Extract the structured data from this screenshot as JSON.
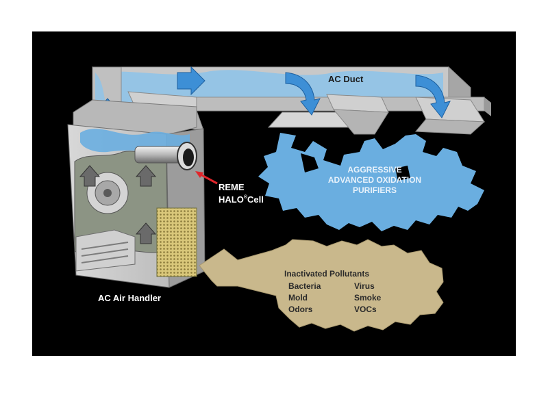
{
  "diagram": {
    "duct_label": "AC Duct",
    "cell_label_line1": "REME",
    "cell_label_line2": "HALO",
    "cell_label_line2b": "Cell",
    "trademark": "®",
    "purifiers_line1": "AGGRESSIVE",
    "purifiers_line2": "ADVANCED OXIDATION",
    "purifiers_line3": "PURIFIERS",
    "handler_label": "AC Air Handler",
    "pollutants_title": "Inactivated Pollutants",
    "pollutants_left": [
      "Bacteria",
      "Mold",
      "Odors"
    ],
    "pollutants_right": [
      "Virus",
      "Smoke",
      "VOCs"
    ]
  },
  "colors": {
    "background": "#000000",
    "duct": "#c8c8c8",
    "air_blue": "#6aaee0",
    "arrow_blue": "#3d8fd6",
    "pollutant_tan": "#c9b88c",
    "filter_yellow": "#d9c77a",
    "pointer_red": "#e0262b"
  }
}
